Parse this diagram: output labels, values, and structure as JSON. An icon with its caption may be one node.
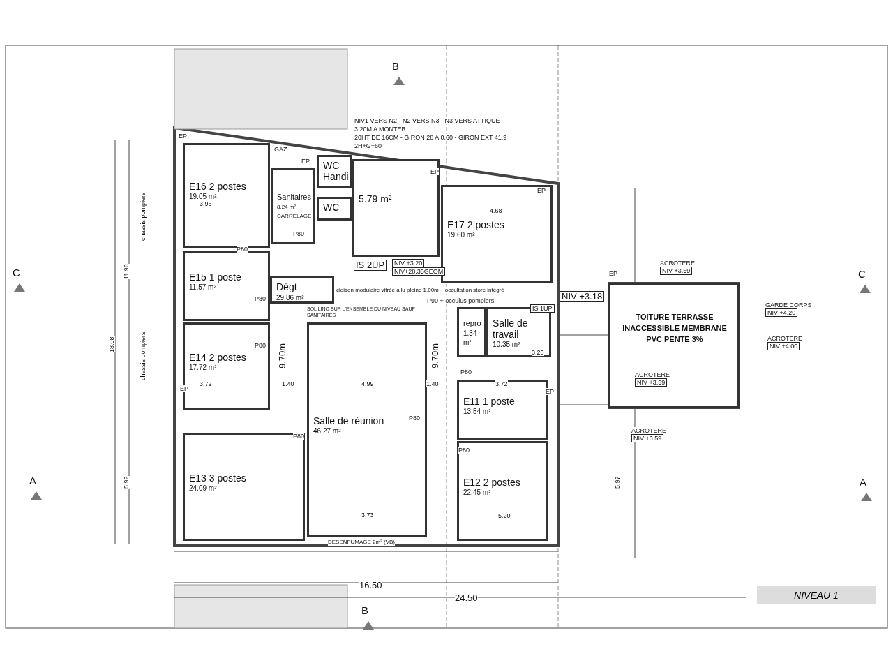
{
  "diagram": {
    "title": "NIVEAU 1",
    "nodes": [
      {
        "text": [
          "E16 2 postes",
          "19.05 m²"
        ]
      },
      {
        "text": [
          "Sanitaires",
          "8.24 m²",
          "CARRELAGE"
        ]
      },
      {
        "text": [
          "WC Handi"
        ]
      },
      {
        "text": [
          "WC"
        ]
      },
      {
        "text": [
          "5.79 m²"
        ]
      },
      {
        "text": [
          "E17 2 postes",
          "19.60 m²"
        ]
      },
      {
        "text": [
          "E15 1 poste",
          "11.57 m²"
        ]
      },
      {
        "text": [
          "Dégt",
          "29.86 m²"
        ],
        "beside": [
          "cloison modulaire vitrée allu pleine 1.00m + occultation store intégré"
        ]
      },
      {
        "text": [
          "Salle de réunion",
          "46.27 m²"
        ],
        "beside": [
          "SOL LINO SUR L'ENSEMBLE DU NIVEAU SAUF SANITAIRES",
          "DESENFUMAGE 2m² (VB)"
        ]
      },
      {
        "text": [
          "repro",
          "1.34 m²"
        ]
      },
      {
        "text": [
          "Salle de travail",
          "10.35 m²"
        ]
      },
      {
        "text": [
          "E14 2 postes",
          "17.72 m²"
        ]
      },
      {
        "text": [
          "E11 1 poste",
          "13.54 m²"
        ]
      },
      {
        "text": [
          "E13 3 postes",
          "24.09 m²"
        ]
      },
      {
        "text": [
          "E12 2 postes",
          "22.45 m²"
        ]
      },
      {
        "text": [
          "TOITURE TERRASSE INACCESSIBLE MEMBRANE PVC PENTE 3%"
        ]
      }
    ],
    "edges": [],
    "labels": [
      "NIV1 VERS N2 - N2 VERS N3 - N3 VERS ATTIQUE",
      "3.20M A MONTER",
      "20HT DE 16CM - GIRON 28 A 0.60 - GIRON EXT 41.9",
      "2H+G=60",
      "B",
      "C",
      "C",
      "A",
      "A",
      "B",
      "GAZ",
      "EP",
      "EP",
      "EP",
      "EP",
      "EP",
      "EP",
      "EP",
      "IS 2UP",
      "NIV +3.20",
      "NIV+28.35GEOM",
      "NIV +3.18",
      "IS 1UP",
      "P80",
      "P80",
      "P80",
      "P80",
      "P80",
      "P80",
      "P80",
      "P80",
      "P90 + occulus pompiers",
      "ACROTERE",
      "NIV +3.59",
      "GARDE CORPS",
      "NIV +4.20",
      "ACROTERE",
      "NIV +4.00",
      "ACROTERE",
      "NIV +3.59",
      "ACROTERE",
      "NIV +3.59",
      "9.70m",
      "9.70m",
      "11.96",
      "18.08",
      "5.92",
      "5.97",
      "3.96",
      "4.68",
      "3.72",
      "1.40",
      "4.99",
      "1.40",
      "3.72",
      "3.20",
      "3.73",
      "5.20",
      "chassis pompiers",
      "chassis pompiers",
      "16.50",
      "24.50"
    ]
  }
}
